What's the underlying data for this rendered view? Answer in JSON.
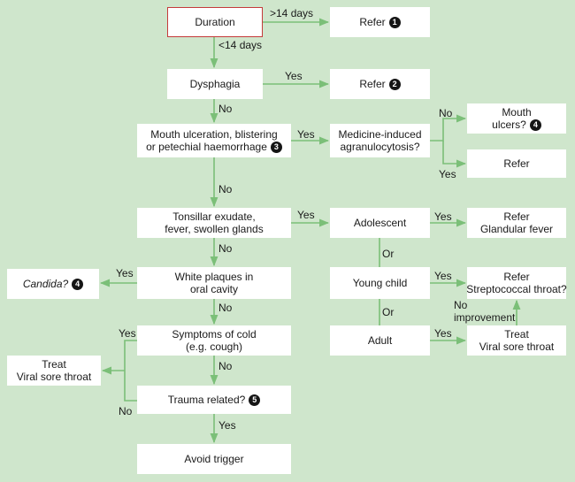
{
  "boxes": {
    "duration": {
      "lines": [
        "Duration"
      ]
    },
    "refer1": {
      "lines": [
        "Refer"
      ],
      "badge": "1"
    },
    "dysphagia": {
      "lines": [
        "Dysphagia"
      ]
    },
    "refer2": {
      "lines": [
        "Refer"
      ],
      "badge": "2"
    },
    "mouth_ulceration": {
      "lines": [
        "Mouth ulceration, blistering",
        "or petechial haemorrhage"
      ],
      "badge": "3"
    },
    "medicine_induced": {
      "lines": [
        "Medicine-induced",
        "agranulocytosis?"
      ]
    },
    "mouth_ulcers": {
      "lines": [
        "Mouth",
        "ulcers?"
      ],
      "badge": "4"
    },
    "refer_ulcers": {
      "lines": [
        "Refer"
      ]
    },
    "tonsillar": {
      "lines": [
        "Tonsillar exudate,",
        "fever, swollen glands"
      ]
    },
    "adolescent": {
      "lines": [
        "Adolescent"
      ]
    },
    "refer_glandular": {
      "lines": [
        "Refer",
        "Glandular fever"
      ]
    },
    "candida": {
      "lines": [
        "Candida?"
      ],
      "badge": "4"
    },
    "white_plaques": {
      "lines": [
        "White plaques in",
        "oral cavity"
      ]
    },
    "young_child": {
      "lines": [
        "Young child"
      ]
    },
    "refer_strep": {
      "lines": [
        "Refer",
        "Streptococcal throat?"
      ]
    },
    "symptoms_cold": {
      "lines": [
        "Symptoms of cold",
        "(e.g. cough)"
      ]
    },
    "treat_left": {
      "lines": [
        "Treat",
        "Viral sore throat"
      ]
    },
    "adult": {
      "lines": [
        "Adult"
      ]
    },
    "treat_right": {
      "lines": [
        "Treat",
        "Viral sore throat"
      ]
    },
    "trauma": {
      "lines": [
        "Trauma related?"
      ],
      "badge": "5"
    },
    "avoid_trigger": {
      "lines": [
        "Avoid trigger"
      ]
    }
  },
  "edge_labels": {
    "gt14": ">14 days",
    "lt14": "<14 days",
    "dysphagia_yes": "Yes",
    "dysphagia_no": "No",
    "ulceration_yes": "Yes",
    "medicine_no": "No",
    "medicine_yes": "Yes",
    "ulceration_no": "No",
    "tonsillar_yes": "Yes",
    "adolescent_yes": "Yes",
    "tonsillar_no": "No",
    "or1": "Or",
    "plaques_yes": "Yes",
    "child_yes": "Yes",
    "no_improvement_1": "No",
    "no_improvement_2": "improvement",
    "plaques_no": "No",
    "or2": "Or",
    "cold_yes": "Yes",
    "adult_yes": "Yes",
    "cold_no": "No",
    "trauma_no": "No",
    "trauma_yes": "Yes"
  },
  "colors": {
    "background": "#cfe6cc",
    "box": "#ffffff",
    "connector": "#7bbf78",
    "highlight_border": "#c53b3b",
    "badge": "#151515"
  }
}
